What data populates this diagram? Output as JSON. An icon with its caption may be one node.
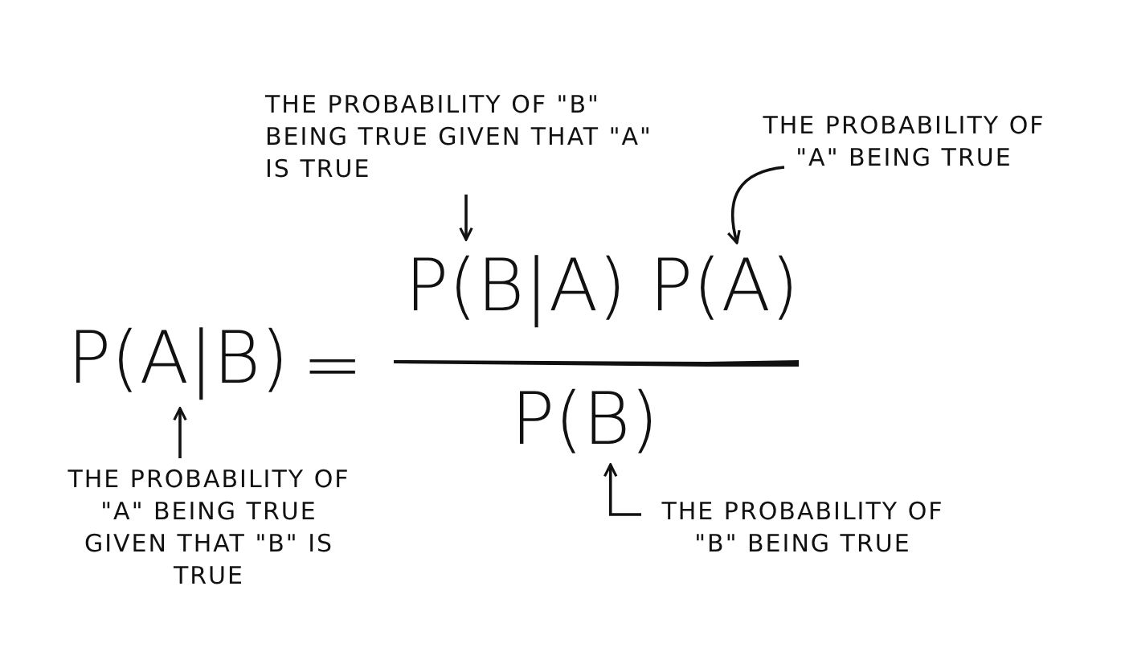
{
  "diagram": {
    "nodes": [
      {
        "text": [
          "THE PROBABILITY OF \"B\" BEING TRUE GIVEN THAT \"A\" IS TRUE"
        ]
      },
      {
        "text": [
          "THE PROBABILITY OF \"A\" BEING TRUE"
        ]
      },
      {
        "text": [
          "P(A|B)"
        ]
      },
      {
        "text": [
          "P(B|A)"
        ]
      },
      {
        "text": [
          "P(A)"
        ]
      },
      {
        "text": [
          "P(B)"
        ]
      },
      {
        "text": [
          "THE PROBABILITY OF \"A\" BEING TRUE GIVEN THAT \"B\" IS TRUE"
        ]
      },
      {
        "text": [
          "THE PROBABILITY OF \"B\" BEING TRUE"
        ]
      }
    ],
    "edges": [
      {
        "from": 0,
        "to": 3,
        "arrow": "to"
      },
      {
        "from": 1,
        "to": 4,
        "arrow": "to"
      },
      {
        "from": 6,
        "to": 2,
        "arrow": "to"
      },
      {
        "from": 7,
        "to": 5,
        "arrow": "to"
      }
    ],
    "labels": [
      "="
    ]
  }
}
